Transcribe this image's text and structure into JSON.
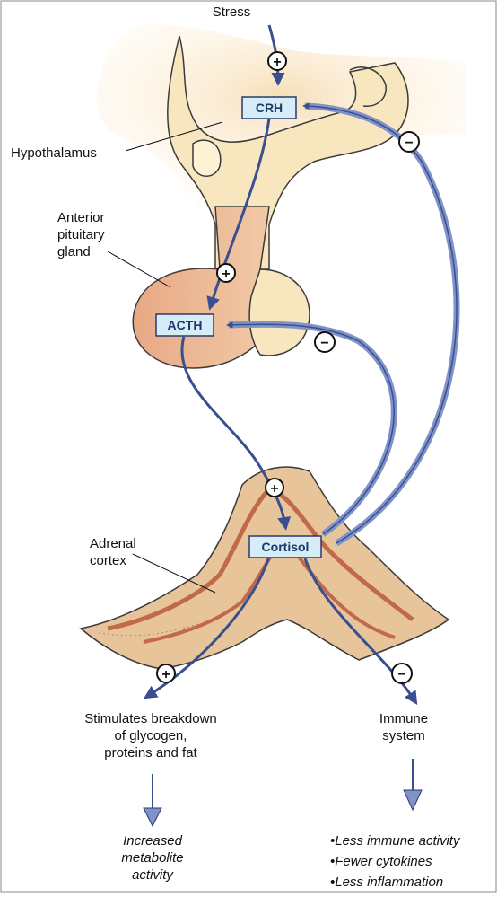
{
  "labels": {
    "stress": "Stress",
    "hypothalamus": "Hypothalamus",
    "anterior_pituitary": [
      "Anterior",
      "pituitary",
      "gland"
    ],
    "adrenal_cortex": [
      "Adrenal",
      "cortex"
    ],
    "crh": "CRH",
    "acth": "ACTH",
    "cortisol": "Cortisol",
    "metabolic_effect": [
      "Stimulates breakdown",
      "of glycogen,",
      "proteins and fat"
    ],
    "immune_target": [
      "Immune",
      "system"
    ],
    "metabolic_outcome": [
      "Increased",
      "metabolite",
      "activity"
    ],
    "immune_outcomes": [
      "•Less immune activity",
      "•Fewer cytokines",
      "•Less inflammation"
    ]
  },
  "signs": {
    "plus": "+",
    "minus": "−"
  },
  "colors": {
    "arrow_fill": "#7f93c8",
    "arrow_stroke": "#2b3a6e",
    "box_fill": "#d6ecf6",
    "box_stroke": "#2b3a6e",
    "hypothalamus_fill": "#f6e3b8",
    "pituitary_fill": "#e9b48f",
    "adrenal_fill": "#e8c49a",
    "adrenal_stripe": "#c06a4a"
  }
}
